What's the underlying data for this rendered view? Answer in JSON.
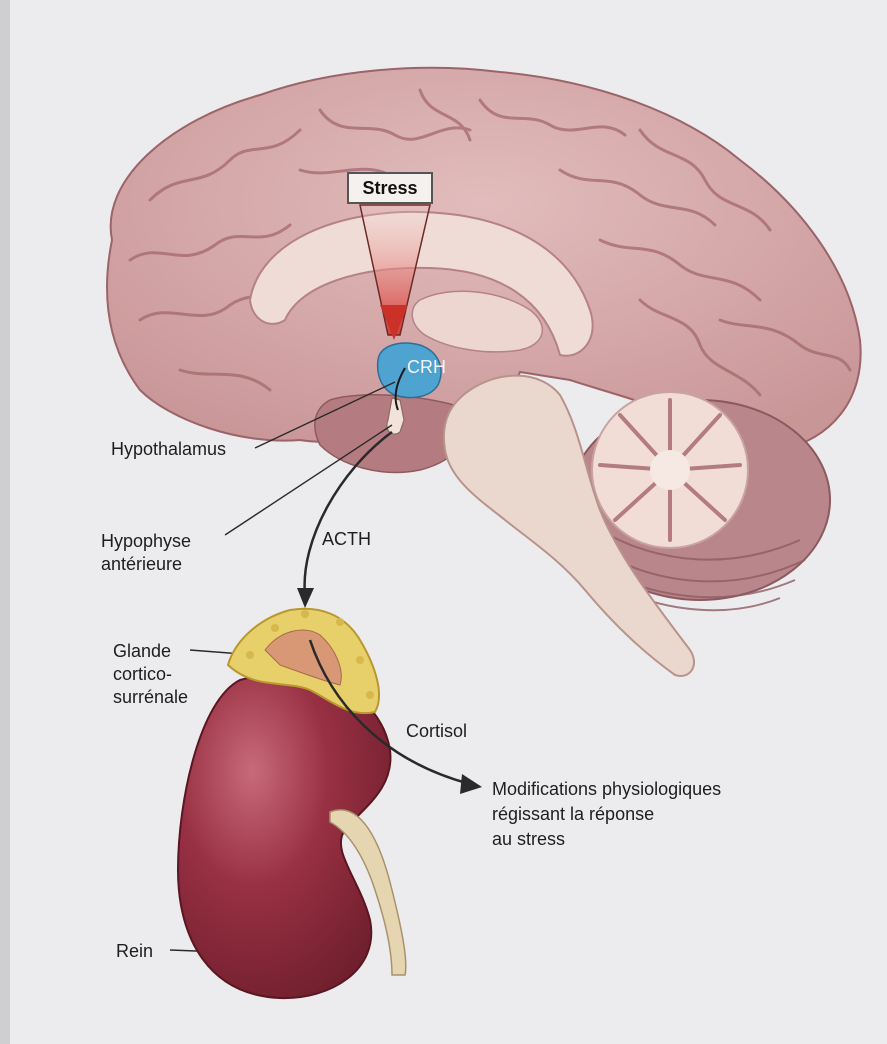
{
  "labels": {
    "stress": "Stress",
    "crh": "CRH",
    "hypothalamus": "Hypothalamus",
    "hypophyse_line1": "Hypophyse",
    "hypophyse_line2": "antérieure",
    "acth": "ACTH",
    "glande_line1": "Glande",
    "glande_line2": "cortico-",
    "glande_line3": "surrénale",
    "cortisol": "Cortisol",
    "modif_line1": "Modifications physiologiques",
    "modif_line2": "régissant la réponse",
    "modif_line3": "au stress",
    "rein": "Rein"
  },
  "colors": {
    "page": "#e9e9ec",
    "brain": "#d4a7a8",
    "brain_groove": "#a4686d",
    "brain_light": "#f0dcd7",
    "brainstem": "#ead7cd",
    "cerebellum": "#b8868b",
    "hypothalamus": "#4fa3d0",
    "stress_arrow": "#d93a34",
    "adrenal": "#e7cf6a",
    "kidney": "#8c2a3c",
    "ureter": "#e5d5b0",
    "text": "#1e1e1e"
  }
}
